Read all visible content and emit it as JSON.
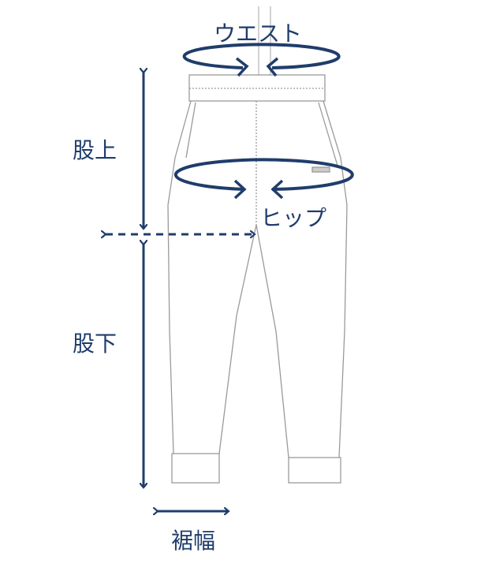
{
  "labels": {
    "waist": "ウエスト",
    "rise": "股上",
    "hip": "ヒップ",
    "inseam": "股下",
    "hem_width": "裾幅"
  },
  "colors": {
    "accent": "#1f3d6b",
    "garment_line": "#9a9a9a"
  }
}
